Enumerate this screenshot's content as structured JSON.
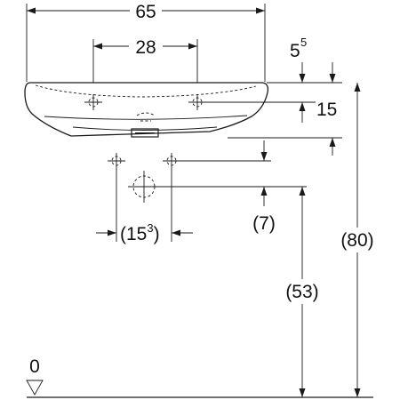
{
  "dimensions": {
    "overall_width": "65",
    "tap_hole_spacing": "28",
    "rim_thickness_main": "5",
    "rim_thickness_sup": "5",
    "basin_depth": "15",
    "bolt_spacing_open": "(15",
    "bolt_spacing_sup": "3",
    "bolt_spacing_close": ")",
    "bolt_offset": "(7)",
    "drain_height": "(53)",
    "rim_height": "(80)",
    "floor_level": "0"
  },
  "colors": {
    "line": "#1a1a1a",
    "background": "#ffffff"
  }
}
